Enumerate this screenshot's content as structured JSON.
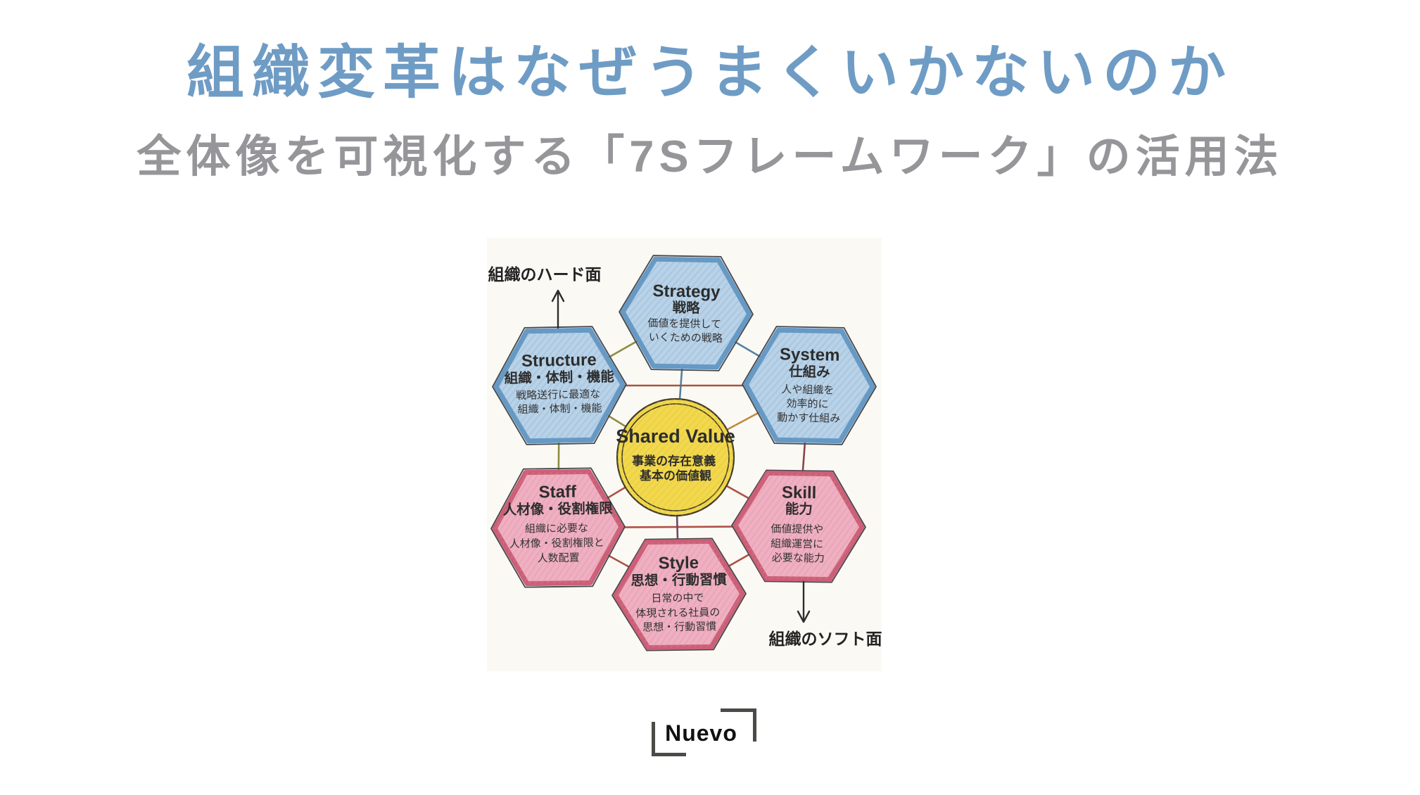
{
  "page": {
    "title": "組織変革はなぜうまくいかないのか",
    "subtitle": "全体像を可視化する「7Sフレームワーク」の活用法"
  },
  "colors": {
    "title_blue": "#6f9cc5",
    "subtitle_gray": "#96969a",
    "paper": "#fbf9f4",
    "blue_fill": "#b9d2e7",
    "blue_rim": "#6699c4",
    "pink_fill": "#efb0c1",
    "pink_rim": "#cc5f77",
    "yellow_fill": "#f2d84d",
    "yellow_rim": "#d9b832",
    "ink": "#2d2d2d"
  },
  "diagram": {
    "hard_side_label": "組織のハード面",
    "soft_side_label": "組織のソフト面",
    "nodes": {
      "strategy": {
        "en": "Strategy",
        "jp": "戦略",
        "desc": [
          "価値を提供して",
          "いくための戦略"
        ]
      },
      "structure": {
        "en": "Structure",
        "jp": "組織・体制・機能",
        "desc": [
          "戦略送行に最適な",
          "組織・体制・機能"
        ]
      },
      "system": {
        "en": "System",
        "jp": "仕組み",
        "desc": [
          "人や組織を",
          "効率的に",
          "動かす仕組み"
        ]
      },
      "shared_value": {
        "en": "Shared Value",
        "desc": [
          "事業の存在意義",
          "基本の価値観"
        ]
      },
      "staff": {
        "en": "Staff",
        "jp": "人材像・役割権限",
        "desc": [
          "組織に必要な",
          "人材像・役割権限と",
          "人数配置"
        ]
      },
      "skill": {
        "en": "Skill",
        "jp": "能力",
        "desc": [
          "価値提供や",
          "組織運営に",
          "必要な能力"
        ]
      },
      "style": {
        "en": "Style",
        "jp": "思想・行動習慣",
        "desc": [
          "日常の中で",
          "体現される社員の",
          "思想・行動習慣"
        ]
      }
    }
  },
  "footer": {
    "logo_text": "Nuevo"
  }
}
